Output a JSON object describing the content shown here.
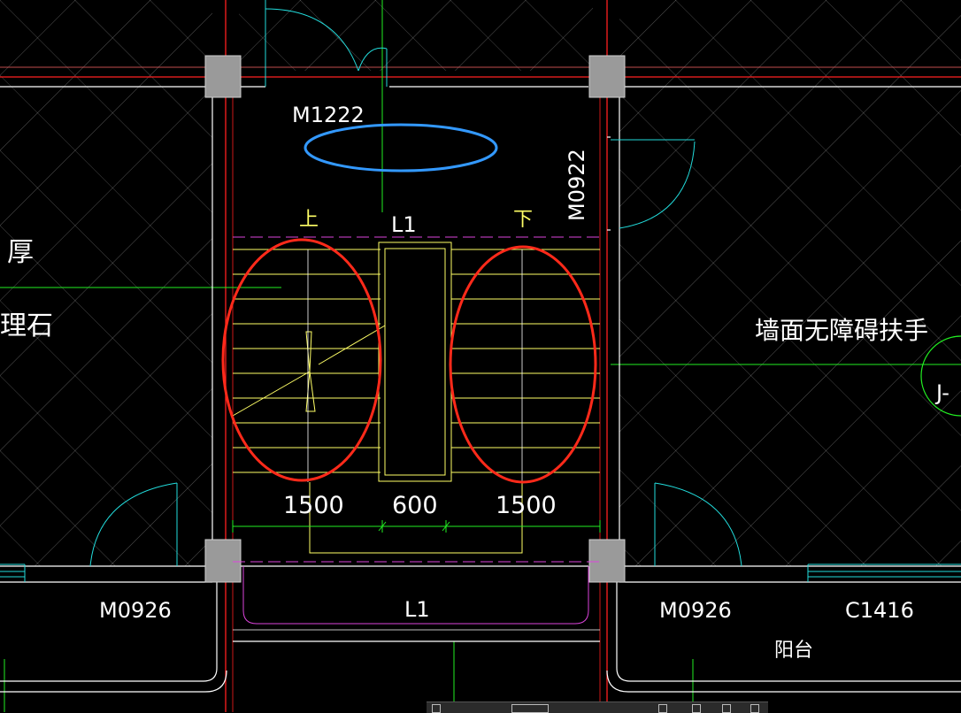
{
  "drawing": {
    "labels": {
      "door_top": "M1222",
      "door_right": "M0922",
      "stair_up": "上",
      "stair_down": "下",
      "beam_top": "L1",
      "beam_bottom": "L1",
      "left_text_1": "厚",
      "left_text_2": "理石",
      "right_note": "墙面无障碍扶手",
      "right_mark": "J-",
      "door_bottom_left": "M0926",
      "door_bottom_right": "M0926",
      "window_bottom_right": "C1416",
      "balcony": "阳台"
    },
    "dimensions": [
      "1500",
      "600",
      "1500"
    ],
    "highlights": {
      "blue_ellipse_color": "#3399ff",
      "red_ellipse_color": "#ff2a1a"
    },
    "colors": {
      "background": "#000000",
      "wall": "#ffffff",
      "axis": "#ff2020",
      "grid": "#ffffff",
      "stairs": "#ffff66",
      "door_swing": "#22dddd",
      "hidden_line": "#dd44dd",
      "dimension": "#22ee22"
    }
  }
}
